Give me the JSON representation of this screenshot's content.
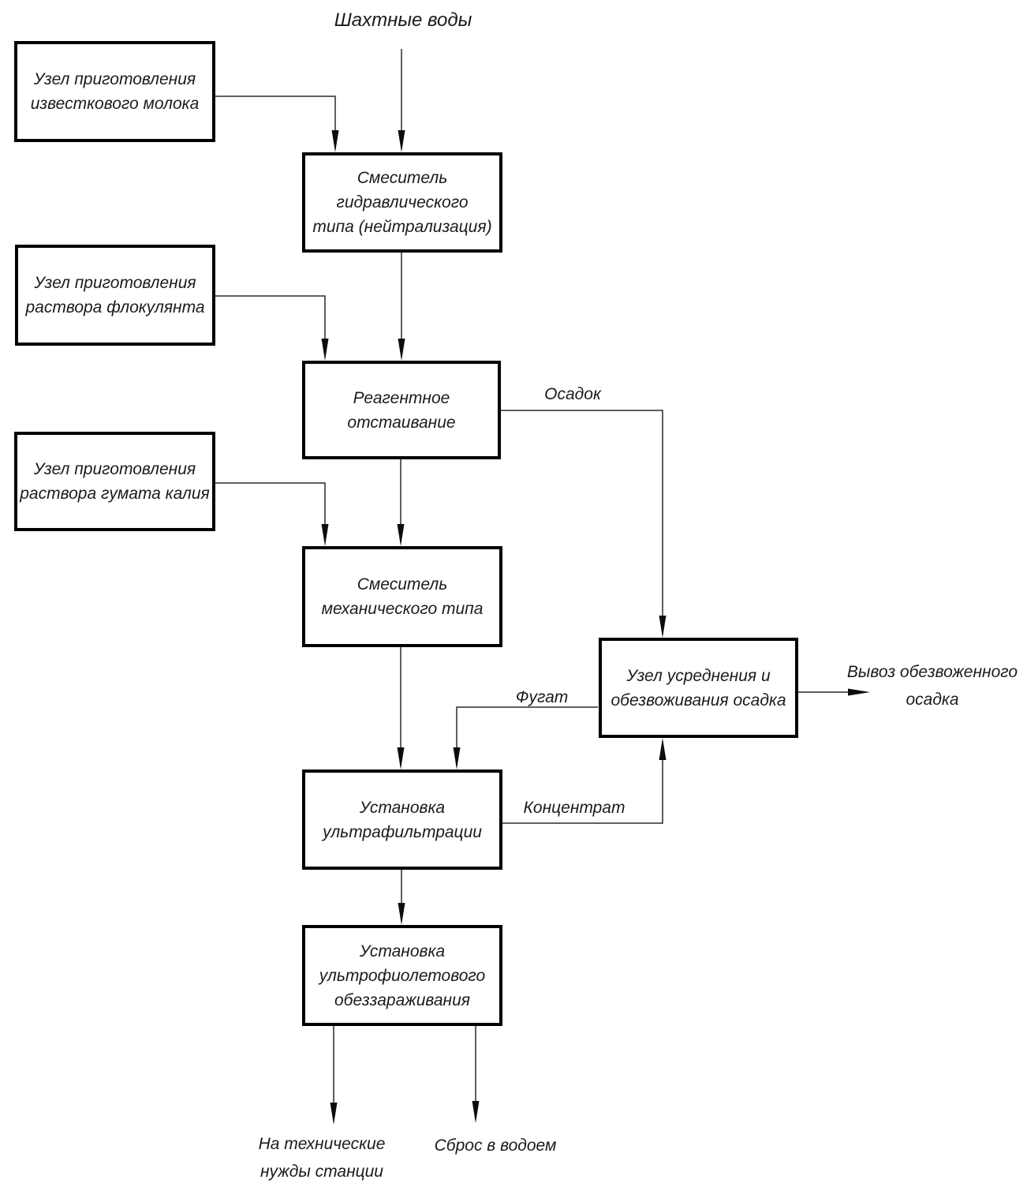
{
  "diagram": {
    "title": "Шахтные воды",
    "boxes": [
      {
        "name": "lime-milk-unit",
        "lines": [
          "Узел приготовления",
          "известкового молока"
        ]
      },
      {
        "name": "flocculant-unit",
        "lines": [
          "Узел приготовления",
          "раствора флокулянта"
        ]
      },
      {
        "name": "humate-unit",
        "lines": [
          "Узел приготовления",
          "раствора гумата калия"
        ]
      },
      {
        "name": "hydraulic-mixer",
        "lines": [
          "Смеситель",
          "гидравлического",
          "типа (нейтрализация)"
        ]
      },
      {
        "name": "reagent-settling",
        "lines": [
          "Реагентное",
          "отстаивание"
        ]
      },
      {
        "name": "mechanical-mixer",
        "lines": [
          "Смеситель",
          "механического типа"
        ]
      },
      {
        "name": "ultrafiltration-unit",
        "lines": [
          "Установка",
          "ультрафильтрации"
        ]
      },
      {
        "name": "uv-disinfection-unit",
        "lines": [
          "Установка",
          "ультрофиолетового",
          "обеззараживания"
        ]
      },
      {
        "name": "sludge-dewatering-unit",
        "lines": [
          "Узел усреднения и",
          "обезвоживания осадка"
        ]
      }
    ],
    "flow_labels": {
      "sludge": "Осадок",
      "fugate": "Фугат",
      "concentrate": "Концентрат",
      "dewatered_sludge_removal": [
        "Вывоз обезвоженного",
        "осадка"
      ],
      "technical_needs": [
        "На технические",
        "нужды станции"
      ],
      "discharge": "Сброс в водоем"
    },
    "colors": {
      "background": "#ffffff",
      "box_border": "#000000",
      "line": "#2b2b2b",
      "text": "#1b1b1b"
    }
  }
}
